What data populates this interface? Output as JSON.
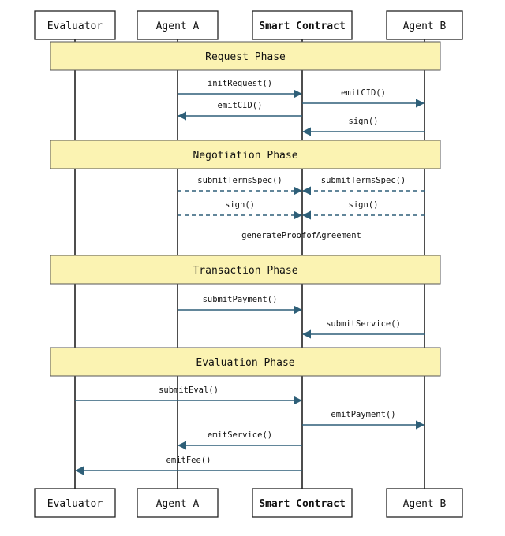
{
  "participants": [
    {
      "id": "eval",
      "label": "Evaluator",
      "bold": false
    },
    {
      "id": "agentA",
      "label": "Agent A",
      "bold": false
    },
    {
      "id": "contract",
      "label": "Smart Contract",
      "bold": true
    },
    {
      "id": "agentB",
      "label": "Agent B",
      "bold": false
    }
  ],
  "phases": [
    {
      "label": "Request Phase",
      "messages": [
        {
          "from": "agentA",
          "to": "contract",
          "label": "initRequest()",
          "style": "solid"
        },
        {
          "from": "contract",
          "to": "agentB",
          "label": "emitCID()",
          "style": "solid"
        },
        {
          "from": "contract",
          "to": "agentA",
          "label": "emitCID()",
          "style": "solid"
        },
        {
          "from": "agentB",
          "to": "contract",
          "label": "sign()",
          "style": "solid"
        }
      ]
    },
    {
      "label": "Negotiation Phase",
      "messages": [
        {
          "from": "agentA",
          "to": "contract",
          "label": "submitTermsSpec()",
          "style": "dashed"
        },
        {
          "from": "agentB",
          "to": "contract",
          "label": "submitTermsSpec()",
          "style": "dashed"
        },
        {
          "from": "agentA",
          "to": "contract",
          "label": "sign()",
          "style": "dashed"
        },
        {
          "from": "agentB",
          "to": "contract",
          "label": "sign()",
          "style": "dashed"
        }
      ],
      "note": "generateProofofAgreement"
    },
    {
      "label": "Transaction Phase",
      "messages": [
        {
          "from": "agentA",
          "to": "contract",
          "label": "submitPayment()",
          "style": "solid"
        },
        {
          "from": "agentB",
          "to": "contract",
          "label": "submitService()",
          "style": "solid"
        }
      ]
    },
    {
      "label": "Evaluation Phase",
      "messages": [
        {
          "from": "eval",
          "to": "contract",
          "label": "submitEval()",
          "style": "solid"
        },
        {
          "from": "contract",
          "to": "agentB",
          "label": "emitPayment()",
          "style": "solid"
        },
        {
          "from": "contract",
          "to": "agentA",
          "label": "emitService()",
          "style": "solid"
        },
        {
          "from": "contract",
          "to": "eval",
          "label": "emitFee()",
          "style": "solid"
        }
      ]
    }
  ],
  "colors": {
    "phase_fill": "#fbf3b2",
    "arrow": "#2e5f78",
    "line": "#222222"
  }
}
